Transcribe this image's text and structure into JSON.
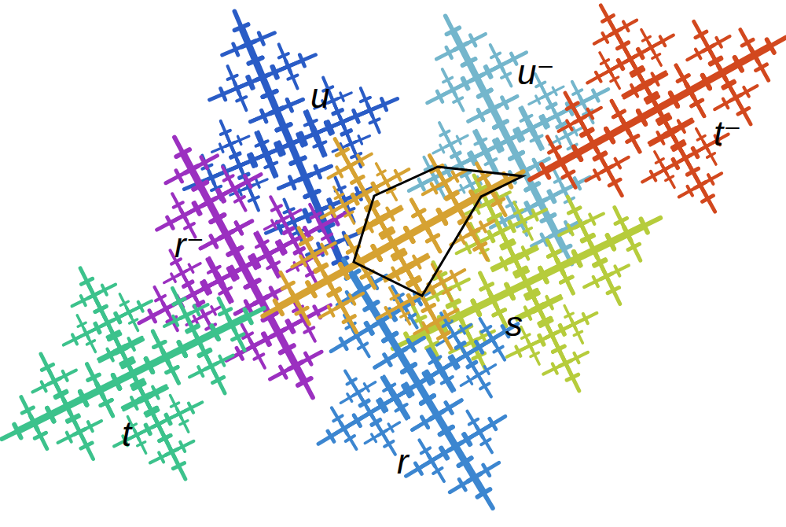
{
  "diagram": {
    "labels": [
      "u",
      "u⁻",
      "t⁻",
      "r⁻",
      "s",
      "t",
      "r"
    ]
  }
}
